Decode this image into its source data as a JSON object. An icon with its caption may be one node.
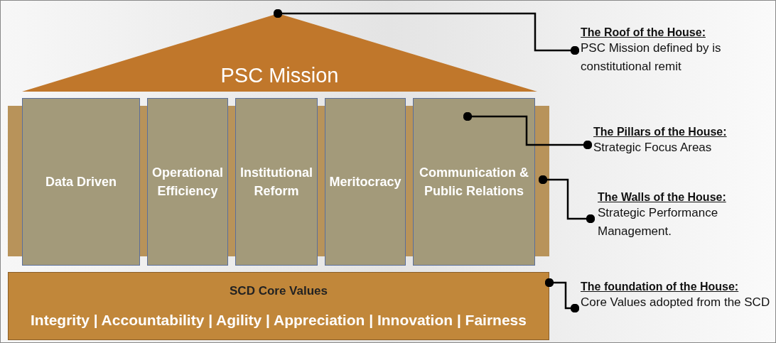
{
  "diagram": {
    "nodes": [
      {
        "text": [
          "PSC Mission"
        ]
      },
      {
        "text": [],
        "shape": "box"
      },
      {
        "text": [
          "Data Driven"
        ],
        "in": 1
      },
      {
        "text": [
          "Operational Efficiency"
        ],
        "in": 1
      },
      {
        "text": [
          "Institutional Reform"
        ],
        "in": 1
      },
      {
        "text": [
          "Meritocracy"
        ],
        "in": 1
      },
      {
        "text": [
          "Communication & Public Relations"
        ],
        "in": 1
      },
      {
        "text": [
          "SCD Core Values",
          "Integrity | Accountability | Agility | Appreciation | Innovation | Fairness"
        ]
      },
      {
        "text": [
          "The Roof of the House:",
          "PSC Mission defined by is constitutional remit"
        ]
      },
      {
        "text": [
          "The Pillars of the House:",
          "Strategic Focus Areas"
        ]
      },
      {
        "text": [
          "The Walls of the House:",
          "Strategic Performance Management."
        ]
      },
      {
        "text": [
          "The foundation of the House:",
          "Core Values adopted from the SCD"
        ]
      }
    ],
    "edges": [
      {
        "from": 8,
        "to": 0,
        "arrow": "other"
      },
      {
        "from": 9,
        "to": 6,
        "arrow": "other"
      },
      {
        "from": 10,
        "to": 1,
        "arrow": "other"
      },
      {
        "from": 11,
        "to": 7,
        "arrow": "other"
      }
    ]
  }
}
